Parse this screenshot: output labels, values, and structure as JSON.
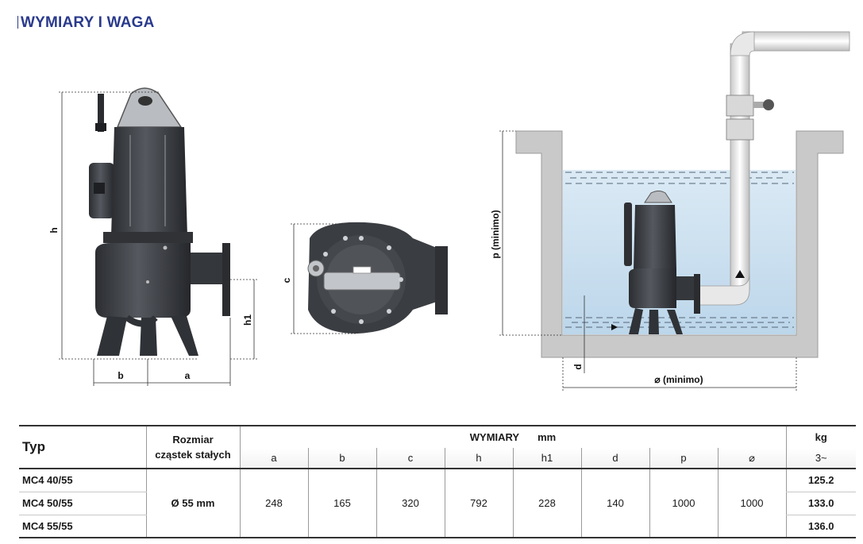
{
  "header": {
    "title": "WYMIARY I WAGA"
  },
  "figure": {
    "side_view_labels": {
      "h": "h",
      "h1": "h1",
      "b": "b",
      "a": "a"
    },
    "top_view_labels": {
      "c": "c"
    },
    "installation_labels": {
      "p": "p (minimo)",
      "d": "d",
      "diameter": "⌀ (minimo)"
    }
  },
  "table": {
    "typ_header": "Typ",
    "size_header_line1": "Rozmiar",
    "size_header_line2": "cząstek stałych",
    "dims_header": "WYMIARY",
    "dims_unit": "mm",
    "kg_header": "kg",
    "phase_header": "3~",
    "columns": [
      "a",
      "b",
      "c",
      "h",
      "h1",
      "d",
      "p",
      "⌀"
    ],
    "models": [
      "MC4 40/55",
      "MC4 50/55",
      "MC4 55/55"
    ],
    "particle_size": "Ø 55 mm",
    "values": [
      "248",
      "165",
      "320",
      "792",
      "228",
      "140",
      "1000",
      "1000"
    ],
    "weights": [
      "125.2",
      "133.0",
      "136.0"
    ]
  },
  "colors": {
    "title": "#2a3a8c",
    "pump_body": "#3a3d42",
    "water": "#cfe3f1",
    "wall": "#c9c9c9"
  }
}
